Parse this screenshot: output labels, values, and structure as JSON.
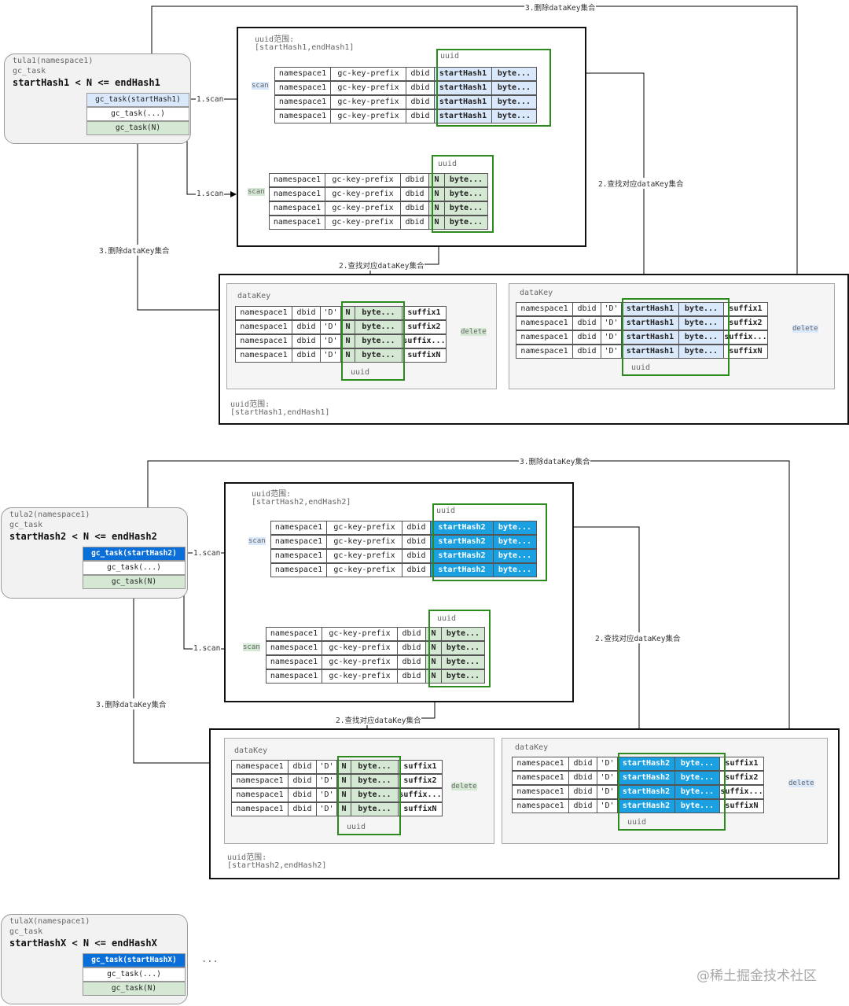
{
  "colors": {
    "light_blue": "#dae8fc",
    "bright_blue": "#1ba1e2",
    "task_blue": "#0a6fd8",
    "green_fill": "#d5e8d4",
    "green_border": "#2d8a1e",
    "panel_gray": "#f5f5f5"
  },
  "common": {
    "uuid": "uuid",
    "dataKey": "dataKey",
    "scan": "scan",
    "delete": "delete",
    "namespace": "namespace1",
    "gc_key_prefix": "gc-key-prefix",
    "dbid": "dbid",
    "d_quote": "'D'",
    "n": "N",
    "byte": "byte...",
    "suffixes": [
      "suffix1",
      "suffix2",
      "suffix...",
      "suffixN"
    ],
    "gc_task_mid": "gc_task(...)",
    "gc_task_n": "gc_task(N)",
    "gc_task_label": "gc_task"
  },
  "edges": {
    "scan": "1.scan",
    "find": "2.查找对应dataKey集合",
    "delete": "3.删除dataKey集合"
  },
  "section1": {
    "tula_name": "tula1(namespace1)",
    "range_text": "startHash1 < N <= endHash1",
    "task_first": "gc_task(startHash1)",
    "uuid_range_label": "uuid范围:",
    "uuid_range": "[startHash1,endHash1]",
    "hash": "startHash1"
  },
  "section2": {
    "tula_name": "tula2(namespace1)",
    "range_text": "startHash2 < N <= endHash2",
    "task_first": "gc_task(startHash2)",
    "uuid_range_label": "uuid范围:",
    "uuid_range": "[startHash2,endHash2]",
    "hash": "startHash2"
  },
  "section3": {
    "tula_name": "tulaX(namespace1)",
    "range_text": "startHashX < N <= endHashX",
    "task_first": "gc_task(startHashX)",
    "ellipsis": "..."
  },
  "watermark": "@稀土掘金技术社区"
}
